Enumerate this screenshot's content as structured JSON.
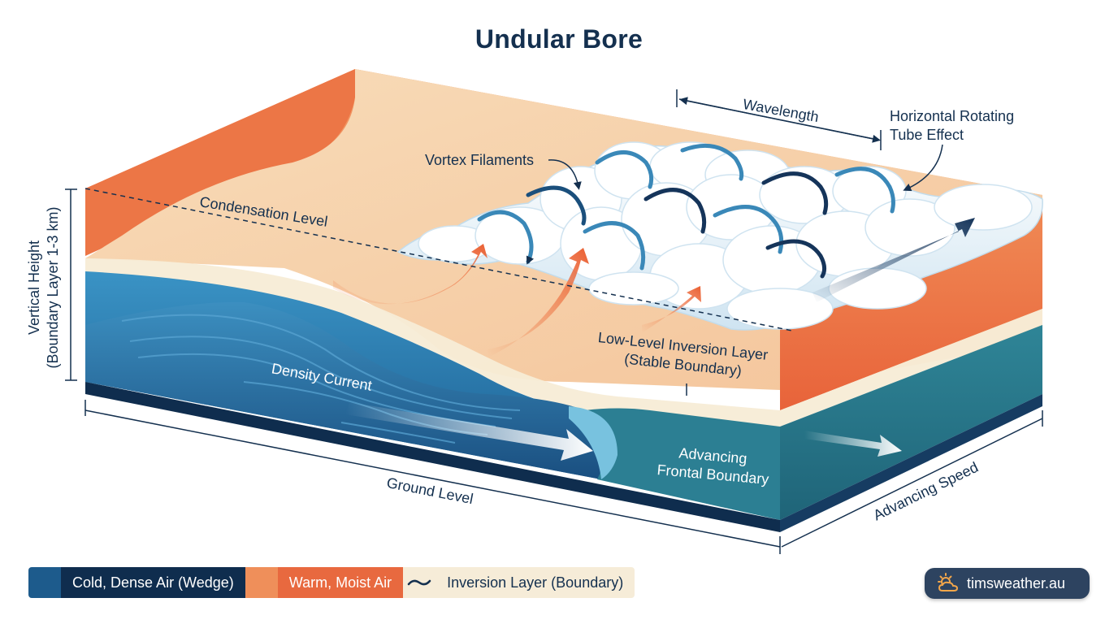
{
  "title": "Undular Bore",
  "labels": {
    "wavelength": "Wavelength",
    "rotating_tube": [
      "Horizontal Rotating",
      "Tube Effect"
    ],
    "vortex_filaments": "Vortex Filaments",
    "condensation_level": "Condensation Level",
    "vertical_height": [
      "Vertical Height",
      "(Boundary Layer 1-3 km)"
    ],
    "inversion_layer": [
      "Low-Level Inversion Layer",
      "(Stable Boundary)"
    ],
    "density_current": "Density Current",
    "advancing_frontal": [
      "Advancing",
      "Frontal Boundary"
    ],
    "ground_level": "Ground Level",
    "advancing_speed": "Advancing Speed"
  },
  "legend": {
    "cold": "Cold, Dense Air (Wedge)",
    "warm": "Warm, Moist Air",
    "inversion": "Inversion Layer (Boundary)"
  },
  "badge": {
    "text": "timsweather.au",
    "icon": "sun-cloud-icon"
  },
  "colors": {
    "navy": "#14304f",
    "cold_air": "#1d5b8c",
    "warm_air": "#e8693f",
    "inversion": "#f6ecd8"
  }
}
